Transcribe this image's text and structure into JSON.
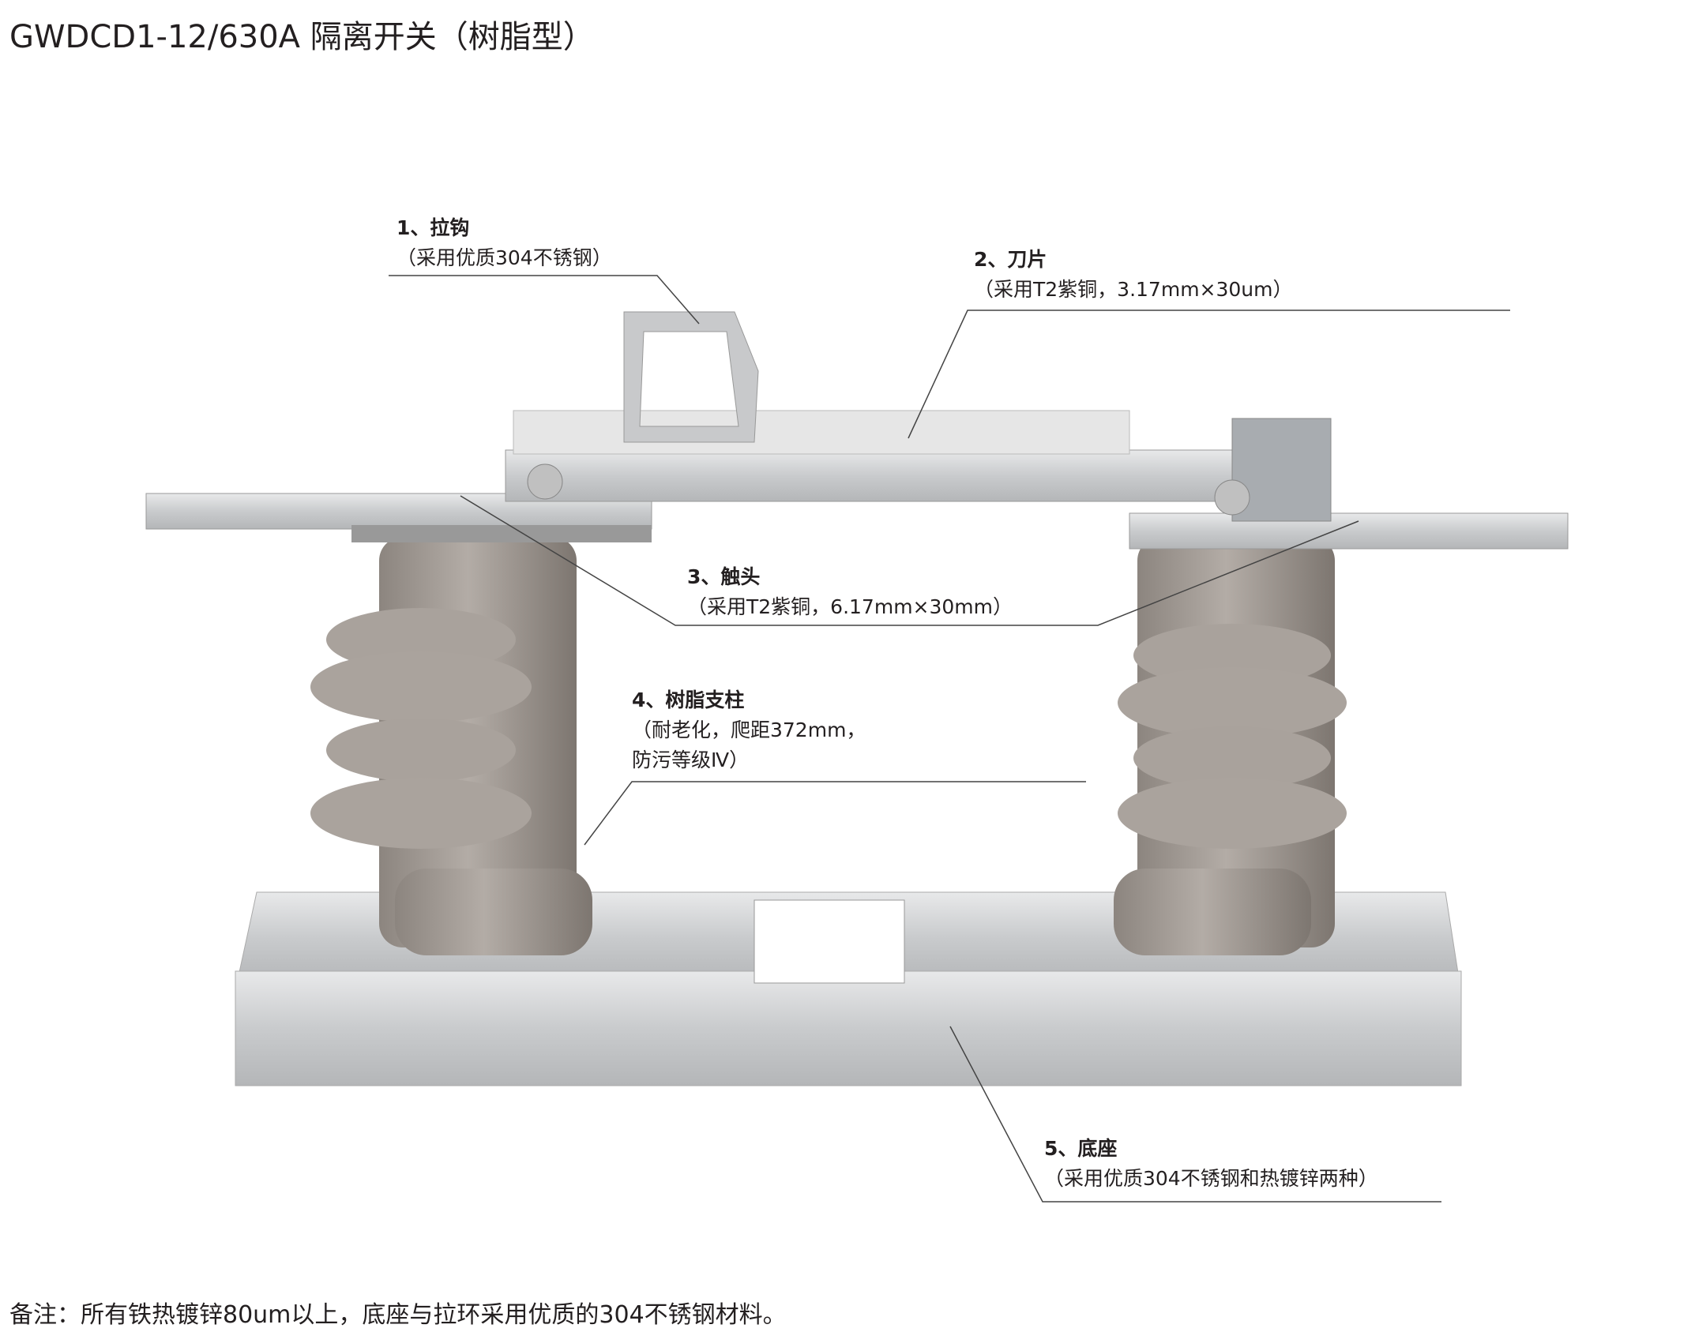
{
  "title": "GWDCD1-12/630A 隔离开关（树脂型）",
  "callouts": [
    {
      "heading": "1、拉钩",
      "desc": [
        "（采用优质304不锈钢）"
      ]
    },
    {
      "heading": "2、刀片",
      "desc": [
        "（采用T2紫铜，3.17mm×30um）"
      ]
    },
    {
      "heading": "3、触头",
      "desc": [
        "（采用T2紫铜，6.17mm×30mm）"
      ]
    },
    {
      "heading": "4、树脂支柱",
      "desc": [
        "（耐老化，爬距372mm，",
        "防污等级Ⅳ）"
      ]
    },
    {
      "heading": "5、底座",
      "desc": [
        "（采用优质304不锈钢和热镀锌两种）"
      ]
    }
  ],
  "note": "备注：所有铁热镀锌80um以上，底座与拉环采用优质的304不锈钢材料。",
  "colors": {
    "insulator": "#a49d97",
    "steel": "#d4d6d8",
    "text": "#231f20"
  }
}
